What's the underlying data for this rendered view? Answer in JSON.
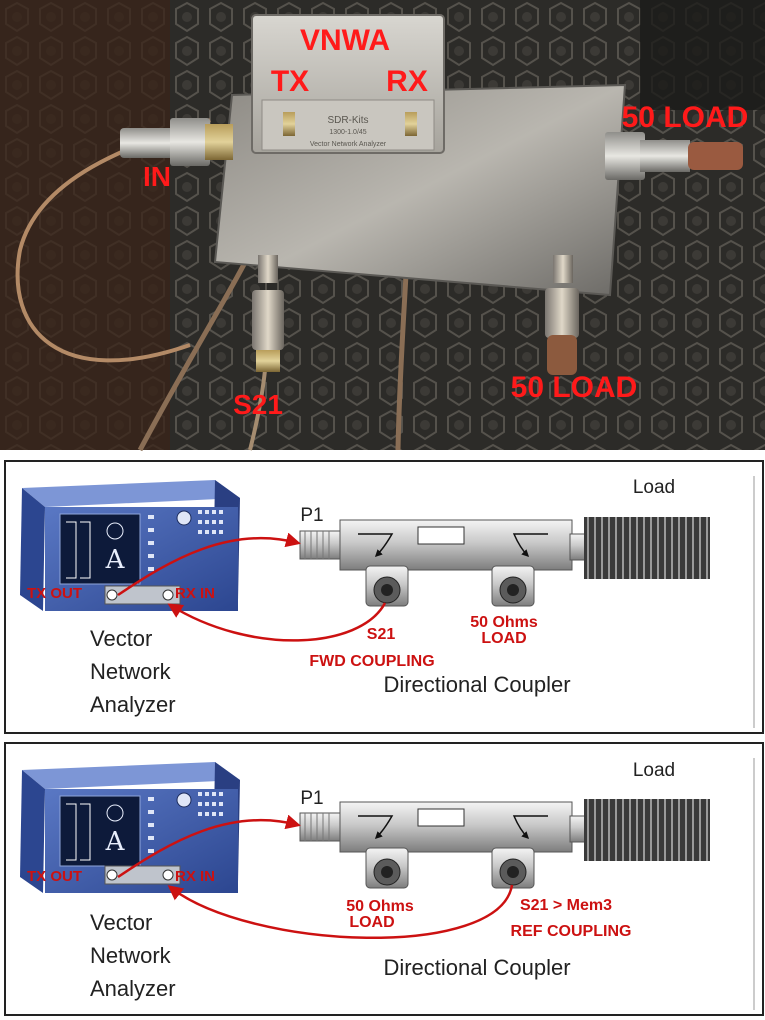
{
  "photo": {
    "labels": {
      "vnwa": "VNWA",
      "tx": "TX",
      "rx": "RX",
      "in": "IN",
      "load_right": "50 LOAD",
      "s21": "S21",
      "load_bottom": "50 LOAD"
    },
    "box_lettering": [
      "SDR-Kits",
      "1300-1.0/45",
      "Vector Network Analyzer"
    ]
  },
  "panel1": {
    "load_label": "Load",
    "p1": "P1",
    "tx_out": "TX OUT",
    "rx_in": "RX IN",
    "vna_line1": "Vector",
    "vna_line2": "Network",
    "vna_line3": "Analyzer",
    "coupler_label": "Directional Coupler",
    "port_left_line1": "S21",
    "port_left_line2": "FWD COUPLING",
    "port_right_line1": "50 Ohms",
    "port_right_line2": "LOAD"
  },
  "panel2": {
    "load_label": "Load",
    "p1": "P1",
    "tx_out": "TX OUT",
    "rx_in": "RX IN",
    "vna_line1": "Vector",
    "vna_line2": "Network",
    "vna_line3": "Analyzer",
    "coupler_label": "Directional Coupler",
    "port_left_line1": "50 Ohms",
    "port_left_line2": "LOAD",
    "port_right_line1": "S21 > Mem3",
    "port_right_line2": "REF COUPLING"
  },
  "colors": {
    "label_red": "#ff1a1a",
    "arrow_red": "#cc1111",
    "vna_blue": "#3a5aa8",
    "panel_border": "#222222"
  },
  "icons": [
    "vna-instrument-icon",
    "directional-coupler-icon",
    "load-heatsink-icon",
    "n-connector-icon"
  ]
}
